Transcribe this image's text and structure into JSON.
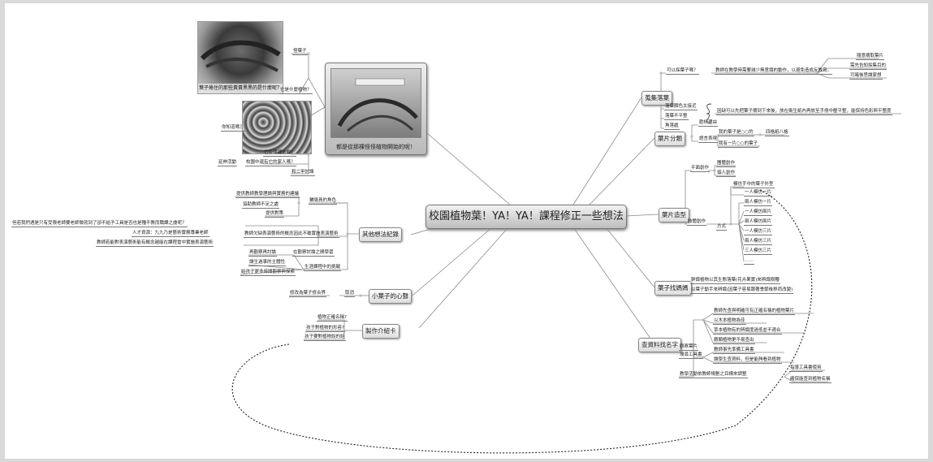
{
  "main_title": "校園植物葉！YA！YA！課程修正一些想法",
  "photos": {
    "top_left_caption": "葉子捲住的那些黃黃黑黑的是什麼呢？",
    "middle_left_caption": "",
    "center_caption": "都是從那棵怪怪植物開始的呢！"
  },
  "left_top_labels": {
    "guaiye": "怪葉子",
    "what_plant": "它是什麼植物？",
    "know_it": "你知道嗎？",
    "where_from": "它從哪裡來的？",
    "extend_activity": "延伸活動",
    "find_relatives": "校園中還有它的家人嗎？",
    "grade": "和二甲討論"
  },
  "branches": {
    "other_thoughts": "其他想法紀錄",
    "little_leaf": "小葉子的心聲",
    "make_card": "製作介紹卡",
    "collect": "蒐集落葉",
    "classify": "葉片分類",
    "shape": "葉片造型",
    "find_mom": "葉子找媽媽",
    "search_name": "查資料找名字"
  },
  "other_thoughts": {
    "advice_a": "提供教師教學理論與實務的建議",
    "advice_b": "協助教師不足之處",
    "advice_c": "提供對策",
    "advice_label": "輔導員的角色",
    "q1": "但若我們遇是只有受限老師要老師做就到了卻不給予工具是否也是種不教而職課之虞呢？",
    "q2": "人才資源：九九乃是藝術實務專業老師",
    "q3": "教師欠缺表演藝術的概念因此不敢實施表演藝術",
    "q4": "教師若能對表演藝術能有概念越能在課程當中實施表演藝術",
    "d1": "再觀察再討論",
    "d2": "在觀察討論之間學習",
    "d3": "讓生過事的主體性",
    "d4": "給孩子更多時間觀察與探索",
    "d5": "生涯課程中的挑戰"
  },
  "little_leaf": {
    "item": "修改為葉子修合界",
    "cancel": "取消"
  },
  "make_card": {
    "c1": "植物正確名稱?",
    "c2": "孩子對植物的形容?",
    "c3": "孩子要對植物說的話"
  },
  "collect": {
    "q": "可以採葉子嗎？",
    "ans": "教師在教學時需要減少無意識的動作，以避免造成反教育。",
    "r1": "隨意摘取葉片",
    "r2": "需先告知採集目的",
    "r3": "可睹後思讓家想",
    "c1": "落葉顏色太接近",
    "c2": "落葉不平整",
    "c3": "角落處",
    "note": "因缺可以先把葉子摘到下來後，放在衛生紙內再放至手冊中壓平整，能保持色彩與平整度"
  },
  "classify": {
    "a": "歡析理由",
    "b": "語言表現",
    "b1": "我的葉子是○○的",
    "b1x": "四格紙八格",
    "b2": "我有一片○○的葉子"
  },
  "shape": {
    "plane": "平面創作",
    "p1": "團體創作",
    "p2": "個人創作",
    "mimic": "模仿手中的葉子外型",
    "d1": "一人模仿一片",
    "d2": "兩人模仿一片",
    "d3": "一人模仿兩片",
    "d4": "兩人模仿兩片",
    "d5": "一人模仿三片",
    "d6": "兩人模仿三片",
    "d7": "三人模仿三片",
    "d8": "……",
    "body": "肢體創作",
    "method": "方式"
  },
  "find_mom": {
    "m1": "幹識植物以其生態落葉(花卉果實)來辨識樹種",
    "m2": "以葉子動手來辨識(因葉子容易跟著季節後移而改變)"
  },
  "search": {
    "observe": "觀察葉片",
    "o1": "教師先查與明確可有正確名稱的植物葉片",
    "o2": "以木本植物為佳",
    "o3": "草本植物有的辨識度過低並不適合",
    "o4": "蕨類植物更不易查出",
    "tools": "搜尋工具書",
    "t1": "教師事先準備工具書",
    "t2": "讓學生查資料，但是能夠看到植物",
    "design": "教學活動依教師規劃之目標來調整",
    "g1": "指導工具書使用",
    "g2": "確保能查到植物名稱"
  }
}
